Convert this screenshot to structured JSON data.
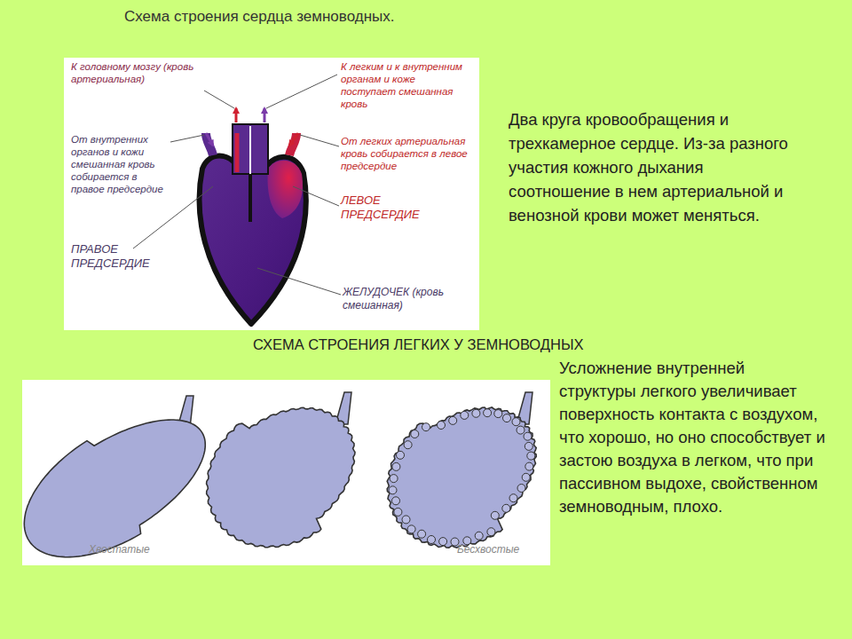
{
  "diagram": {
    "title": "Схема строения сердца земноводных.",
    "labels": [
      "К головному мозгу (кровь артериальная)",
      "К легким и к внутренним органам и коже поступает смешанная кровь",
      "От внутренних органов и кожи смешанная кровь собирается в правое предсердие",
      "От легких артериальная кровь собирается в левое предсердие",
      "ЛЕВОЕ ПРЕДСЕРДИЕ",
      "ПРАВОЕ ПРЕДСЕРДИЕ",
      "ЖЕЛУДОЧЕК (кровь смешанная)",
      "Два круга кровообращения и трехкамерное сердце. Из-за разного участия кожного дыхания соотношение в нем артериальной и венозной крови может меняться.",
      "СХЕМА СТРОЕНИЯ ЛЕГКИХ У ЗЕМНОВОДНЫХ",
      "Хвостатые",
      "Бесхвостые",
      "Усложнение внутренней структуры легкого увеличивает поверхность контакта с воздухом, что хорошо, но оно способствует и застою воздуха в легком, что при пассивном выдохе, свойственном земноводным, плохо."
    ]
  }
}
